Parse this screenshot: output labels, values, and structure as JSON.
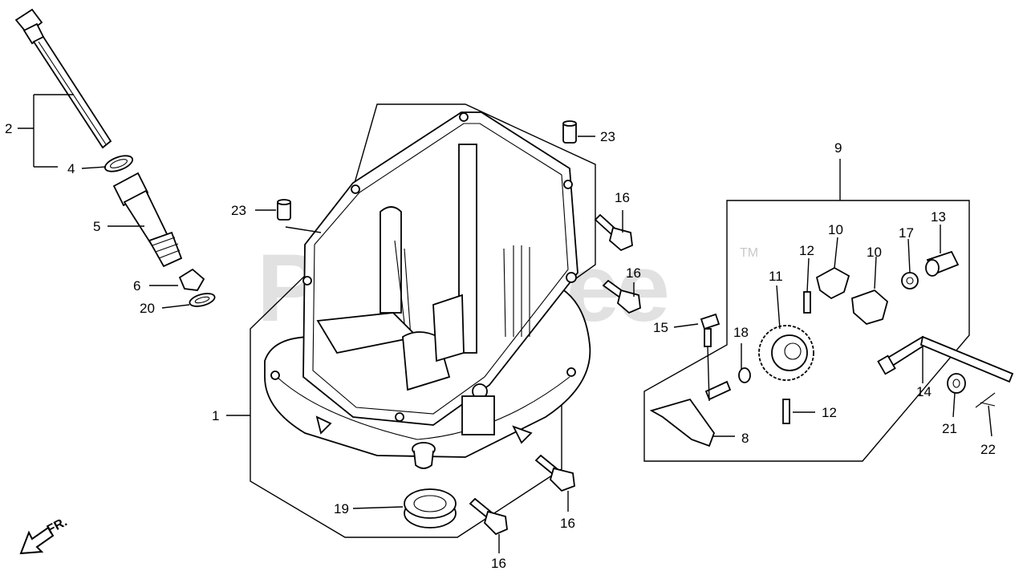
{
  "watermark": {
    "text": "PartsTree",
    "tm": "TM"
  },
  "direction_label": "FR.",
  "callouts": {
    "c1": "1",
    "c2": "2",
    "c4": "4",
    "c5": "5",
    "c6": "6",
    "c8": "8",
    "c9": "9",
    "c10a": "10",
    "c10b": "10",
    "c11": "11",
    "c12a": "12",
    "c12b": "12",
    "c13": "13",
    "c14": "14",
    "c15": "15",
    "c16a": "16",
    "c16b": "16",
    "c16c": "16",
    "c16d": "16",
    "c17": "17",
    "c18": "18",
    "c19": "19",
    "c20": "20",
    "c21": "21",
    "c22": "22",
    "c23a": "23",
    "c23b": "23"
  }
}
